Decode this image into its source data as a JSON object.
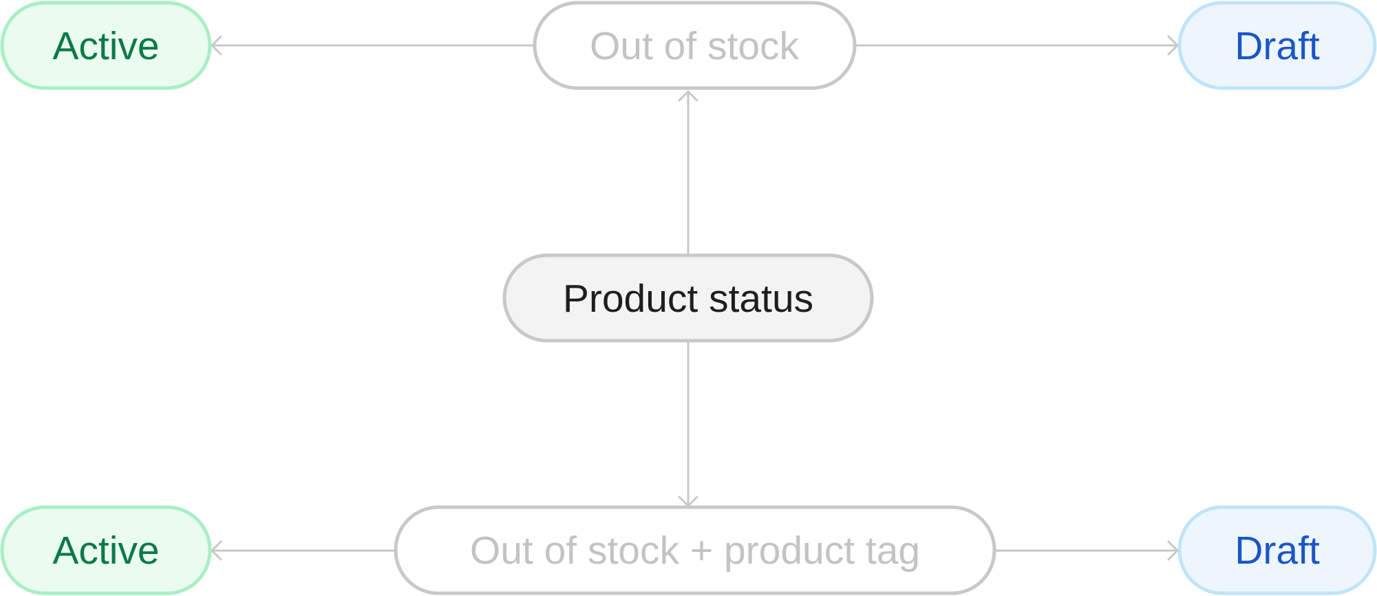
{
  "diagram": {
    "center": {
      "label": "Product status"
    },
    "top": {
      "condition": {
        "label": "Out of stock"
      },
      "left_outcome": {
        "label": "Active"
      },
      "right_outcome": {
        "label": "Draft"
      }
    },
    "bottom": {
      "condition": {
        "label": "Out of stock + product tag"
      },
      "left_outcome": {
        "label": "Active"
      },
      "right_outcome": {
        "label": "Draft"
      }
    }
  },
  "colors": {
    "connector": "#c8c8c8",
    "center_fill": "#f3f3f3",
    "center_stroke": "#c8c8c8",
    "center_text": "#1e1e1e",
    "condition_fill": "#ffffff",
    "condition_stroke": "#c8c8c8",
    "condition_text": "#c3c3c3",
    "active_fill": "#eafbf0",
    "active_stroke": "#a8efc4",
    "active_text": "#0a7a46",
    "draft_fill": "#eef6fd",
    "draft_stroke": "#bfe4f9",
    "draft_text": "#1a56c6"
  }
}
